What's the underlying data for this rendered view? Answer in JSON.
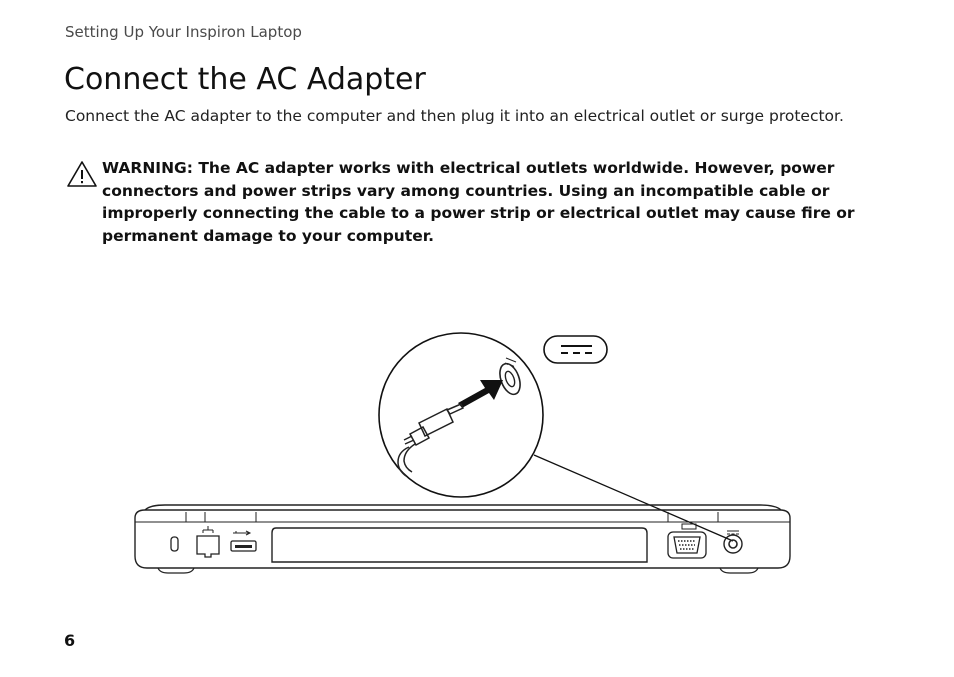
{
  "running_header": "Setting Up Your Inspiron Laptop",
  "title": "Connect the AC Adapter",
  "intro": "Connect the AC adapter to the computer and then plug it into an electrical outlet or surge protector.",
  "warning": {
    "icon": "warning-triangle-icon",
    "text": "WARNING: The AC adapter works with electrical outlets worldwide. However, power connectors and power strips vary among countries. Using an incompatible cable or improperly connecting the cable to a power strip or electrical outlet may cause fire or permanent damage to your computer."
  },
  "figure": {
    "icons": [
      "dc-power-icon",
      "network-icon",
      "usb-icon",
      "vga-icon",
      "lock-slot-icon"
    ]
  },
  "page_number": "6"
}
